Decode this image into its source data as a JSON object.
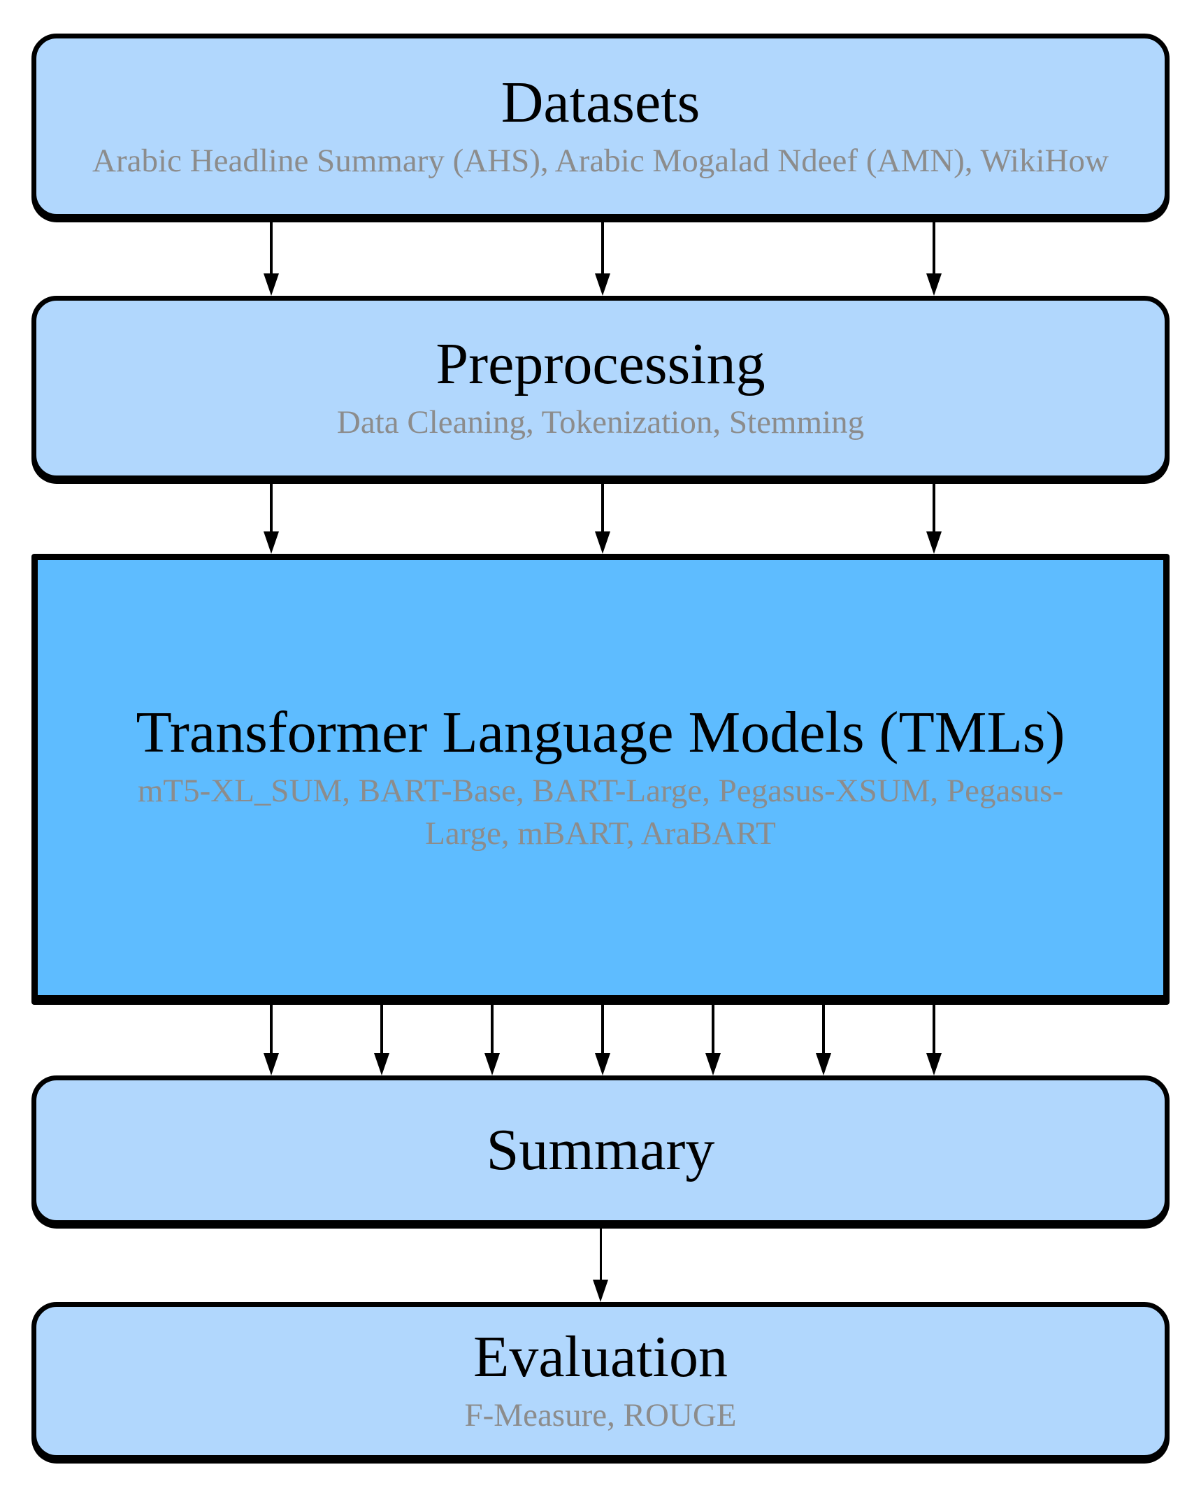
{
  "diagram": {
    "type": "flowchart",
    "colors": {
      "background": "#ffffff",
      "box_fill_light": "#b1d7fd",
      "box_fill_dark": "#5ebcff",
      "border": "#000000",
      "title_text": "#000000",
      "subtitle_text": "#8c8c8c"
    },
    "nodes": {
      "datasets": {
        "title": "Datasets",
        "subtitle": "Arabic Headline Summary (AHS), Arabic Mogalad Ndeef (AMN), WikiHow"
      },
      "preprocessing": {
        "title": "Preprocessing",
        "subtitle": "Data Cleaning, Tokenization, Stemming"
      },
      "tmls": {
        "title": "Transformer Language Models (TMLs)",
        "subtitle_line1": "mT5-XL_SUM, BART-Base, BART-Large, Pegasus-XSUM, Pegasus-",
        "subtitle_line2": "Large, mBART, AraBART"
      },
      "summary": {
        "title": "Summary"
      },
      "evaluation": {
        "title": "Evaluation",
        "subtitle": "F-Measure, ROUGE"
      }
    },
    "connectors": [
      {
        "from": "Datasets",
        "to": "Preprocessing",
        "arrow_count": 3
      },
      {
        "from": "Preprocessing",
        "to": "Transformer Language Models (TMLs)",
        "arrow_count": 3
      },
      {
        "from": "Transformer Language Models (TMLs)",
        "to": "Summary",
        "arrow_count": 7
      },
      {
        "from": "Summary",
        "to": "Evaluation",
        "arrow_count": 1
      }
    ]
  }
}
